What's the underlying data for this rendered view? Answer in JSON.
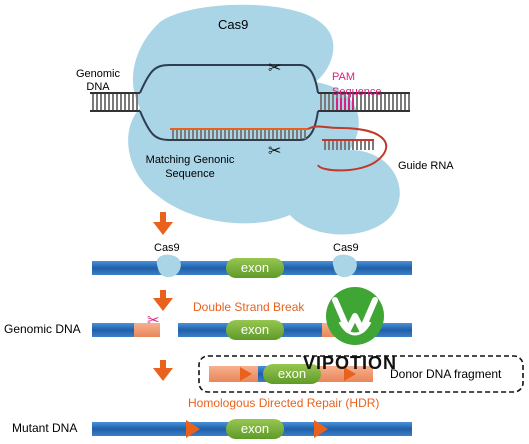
{
  "top": {
    "cas9": "Cas9",
    "genomic_dna": "Genomic\nDNA",
    "pam": "PAM\nSequence",
    "matching": "Matching Genonic\nSequence",
    "guide_rna": "Guide RNA"
  },
  "rows": {
    "cas9_left": "Cas9",
    "cas9_right": "Cas9",
    "exon": "exon",
    "double_strand_break": "Double Strand Break",
    "genomic_dna": "Genomic DNA",
    "donor": "Donor DNA fragment",
    "hdr": "Homologous Directed Repair (HDR)",
    "mutant": "Mutant  DNA"
  },
  "watermark": {
    "text": "VIPOTION"
  },
  "colors": {
    "protein": "#aad5e6",
    "dna_blue": "#2a6fb8",
    "exon_green": "#7cb03a",
    "orange": "#e8621e",
    "magenta": "#d6237f",
    "guide_red": "#c0392b"
  }
}
